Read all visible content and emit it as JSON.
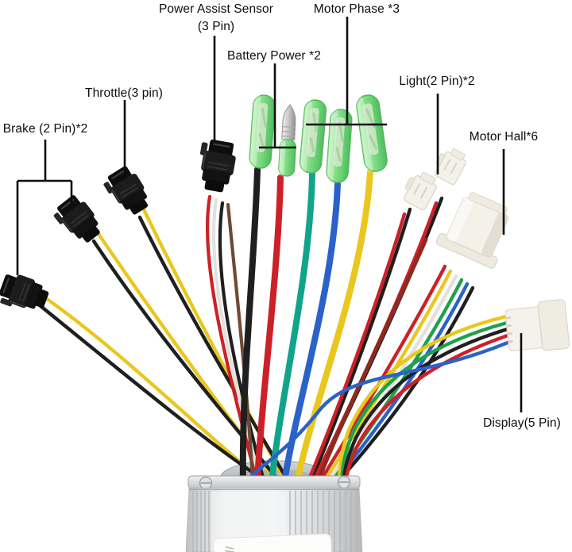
{
  "labels": {
    "power_assist_line1": "Power Assist Sensor",
    "power_assist_line2": "(3 Pin)",
    "motor_phase": "Motor Phase *3",
    "battery_power": "Battery Power *2",
    "throttle": "Throttle(3 pin)",
    "brake": "Brake (2 Pin)*2",
    "light": "Light(2 Pin)*2",
    "motor_hall": "Motor Hall*6",
    "display": "Display(5 Pin)"
  },
  "palette": {
    "background": "#ffffff",
    "annotation": "#0d0d0d",
    "wire_red": "#cc2127",
    "wire_dark_red": "#8c2a20",
    "wire_blue": "#2a62c9",
    "wire_teal": "#12a489",
    "wire_green": "#1fa14c",
    "wire_yellow": "#e9c71f",
    "wire_black": "#1f1f1f",
    "wire_white": "#e3e1dc",
    "wire_brown": "#6e4a32",
    "bullet_green": "#7fdc84",
    "connector_black": "#161616",
    "connector_white": "#f3f0e8",
    "case_silver": "#d7d9db"
  }
}
